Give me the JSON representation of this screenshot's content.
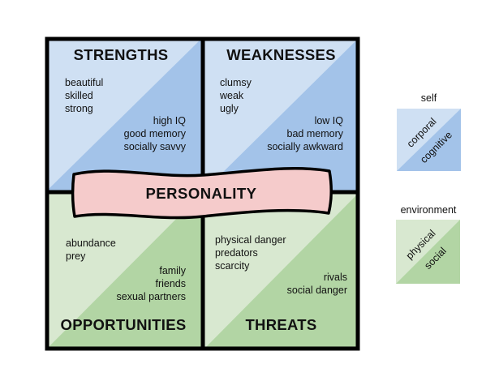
{
  "colors": {
    "light_blue": "#cfe0f3",
    "dark_blue": "#a3c3e9",
    "light_green": "#d8e8d0",
    "dark_green": "#b2d5a4",
    "pink": "#f5cbcb",
    "line": "#000000"
  },
  "center": {
    "label": "PERSONALITY"
  },
  "quadrants": {
    "strengths": {
      "title": "STRENGTHS",
      "corporal_items": [
        "beautiful",
        "skilled",
        "strong"
      ],
      "cognitive_items": [
        "high IQ",
        "good memory",
        "socially savvy"
      ]
    },
    "weaknesses": {
      "title": "WEAKNESSES",
      "corporal_items": [
        "clumsy",
        "weak",
        "ugly"
      ],
      "cognitive_items": [
        "low IQ",
        "bad memory",
        "socially awkward"
      ]
    },
    "opportunities": {
      "title": "OPPORTUNITIES",
      "physical_items": [
        "abundance",
        "prey"
      ],
      "social_items": [
        "family",
        "friends",
        "sexual partners"
      ]
    },
    "threats": {
      "title": "THREATS",
      "physical_items": [
        "physical danger",
        "predators",
        "scarcity"
      ],
      "social_items": [
        "rivals",
        "social danger"
      ]
    }
  },
  "legend": {
    "self": {
      "title": "self",
      "upper": "corporal",
      "lower": "cognitive"
    },
    "environment": {
      "title": "environment",
      "upper": "physical",
      "lower": "social"
    }
  }
}
